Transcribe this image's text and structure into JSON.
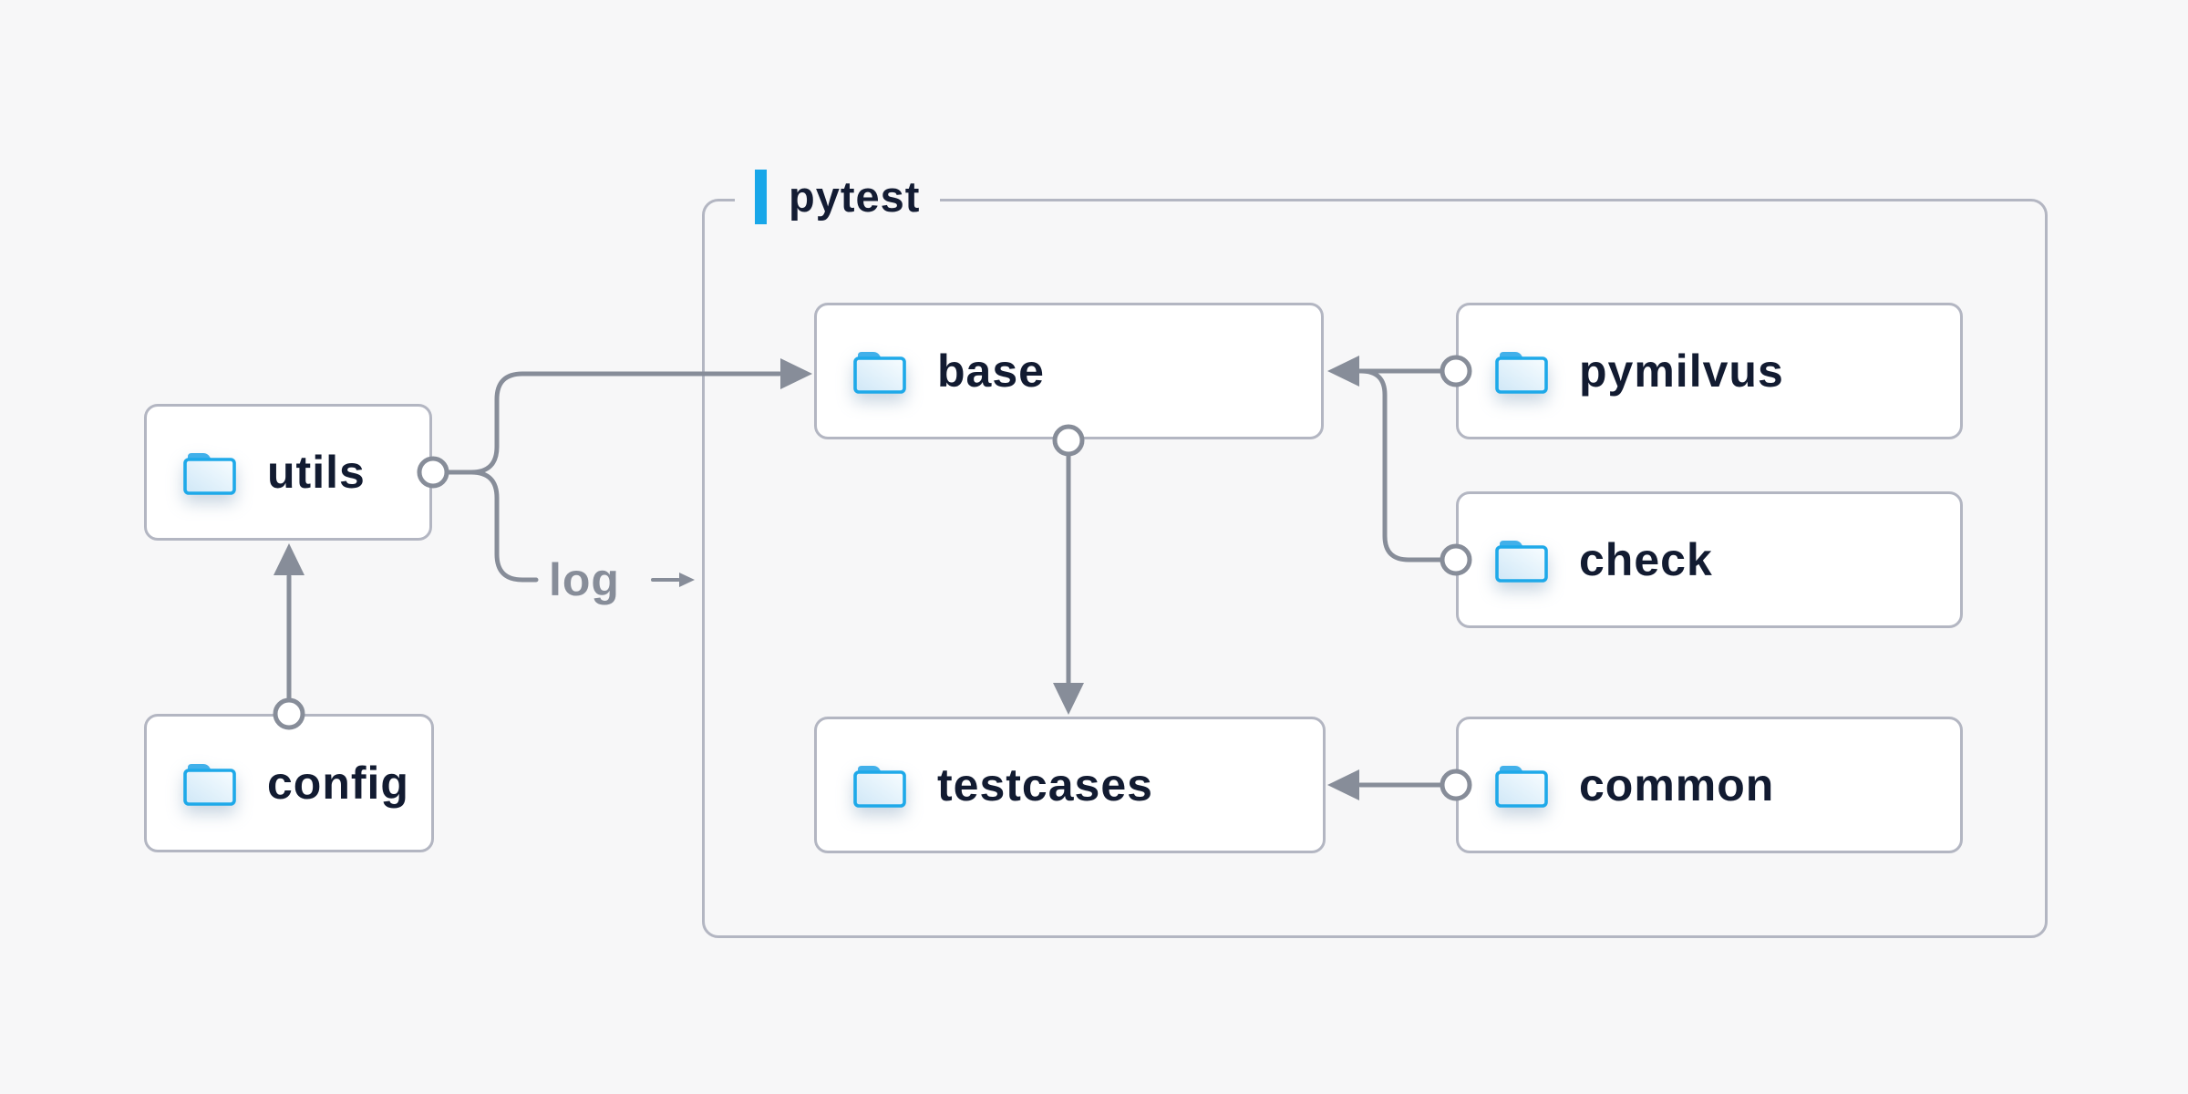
{
  "diagram": {
    "container": {
      "label": "pytest"
    },
    "nodes": {
      "utils": {
        "label": "utils"
      },
      "config": {
        "label": "config"
      },
      "base": {
        "label": "base"
      },
      "pymilvus": {
        "label": "pymilvus"
      },
      "check": {
        "label": "check"
      },
      "testcases": {
        "label": "testcases"
      },
      "common": {
        "label": "common"
      }
    },
    "edges": [
      {
        "from": "config",
        "to": "utils"
      },
      {
        "from": "utils",
        "to": "base"
      },
      {
        "from": "utils",
        "to": "log-output",
        "label": "log"
      },
      {
        "from": "pymilvus",
        "to": "base"
      },
      {
        "from": "check",
        "to": "base"
      },
      {
        "from": "base",
        "to": "testcases"
      },
      {
        "from": "common",
        "to": "testcases"
      }
    ],
    "edge_label": "log",
    "colors": {
      "background": "#f7f7f8",
      "accent_blue": "#18a7e9",
      "folder_blue": "#1ea9e9",
      "line_gray": "#878d99",
      "border_gray": "#b3b6c2",
      "text_navy": "#121b31",
      "node_fill": "#ffffff"
    }
  }
}
